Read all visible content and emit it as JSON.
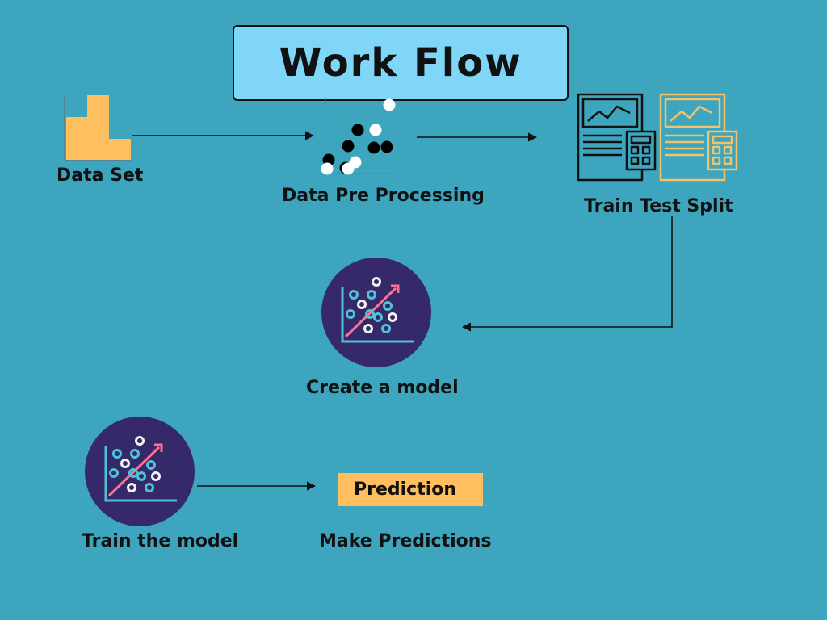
{
  "title": "Work Flow",
  "steps": {
    "dataset": "Data Set",
    "preprocessing": "Data Pre Processing",
    "split": "Train Test Split",
    "create_model": "Create a model",
    "train_model": "Train the model",
    "make_predictions": "Make Predictions"
  },
  "prediction_box": "Prediction",
  "colors": {
    "background": "#3da5bd",
    "title_box": "#7fd6f7",
    "bar": "#ffbf5e",
    "model_circle": "#36296a",
    "model_dot_teal": "#4fc3d6",
    "model_dot_white": "#f2f2f2",
    "model_arrow": "#ff6f91",
    "split_accent": "#f2c36b"
  },
  "icons": {
    "dataset": "bar-chart-icon",
    "preprocessing": "scatter-plot-icon",
    "split": "document-calculator-icon",
    "model": "scatter-trend-icon"
  }
}
